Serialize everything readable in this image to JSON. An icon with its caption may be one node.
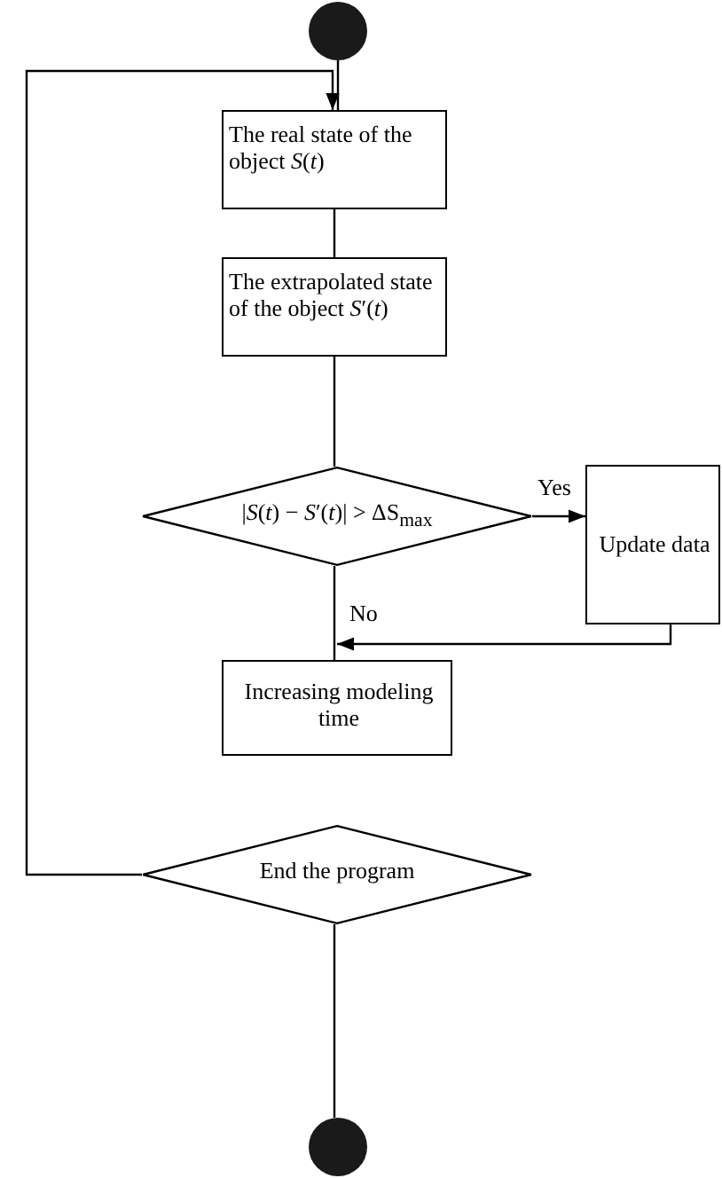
{
  "diagram": {
    "nodes": [
      {
        "text": [],
        "shape": "circle"
      },
      {
        "text": [
          "The real state of the object *S*(*t*)"
        ]
      },
      {
        "text": [
          "The extrapolated state of the object *S*′(*t*)"
        ]
      },
      {
        "text": [
          "|*S*(*t*) − *S*′(*t*)| > ΔS$_{max}$"
        ]
      },
      {
        "text": [
          "Update data"
        ]
      },
      {
        "text": [
          "Increasing modeling time"
        ]
      },
      {
        "text": [
          "End the program"
        ]
      },
      {
        "text": [],
        "shape": "circle"
      }
    ],
    "edges": [
      {
        "from": 0,
        "to": 1,
        "arrow": "none"
      },
      {
        "from": 1,
        "to": 2,
        "arrow": "none"
      },
      {
        "from": 2,
        "to": 3,
        "arrow": "none"
      },
      {
        "from": 3,
        "to": 4,
        "arrow": "to",
        "label": "Yes"
      },
      {
        "from": 3,
        "to": 5,
        "arrow": "none",
        "label": "No"
      },
      {
        "from": 4,
        "to": 5,
        "arrow": "to"
      },
      {
        "from": 6,
        "to": 1,
        "arrow": "to"
      },
      {
        "from": 6,
        "to": 7,
        "arrow": "none"
      }
    ]
  }
}
